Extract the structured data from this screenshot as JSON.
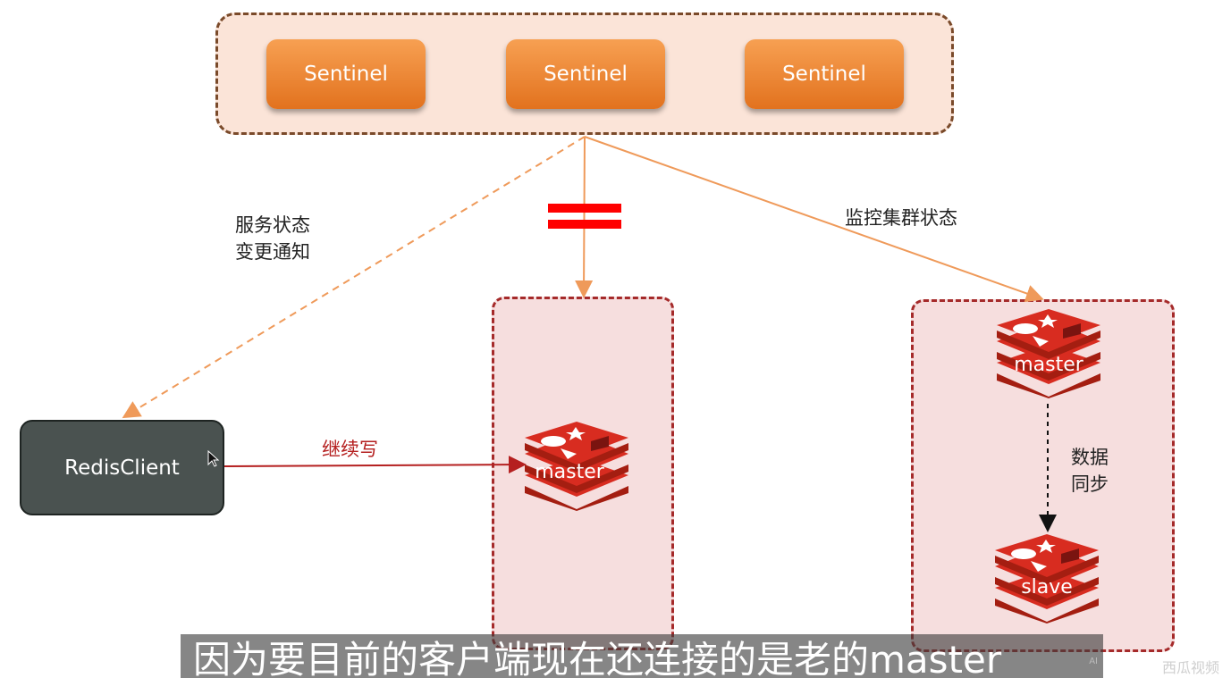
{
  "sentinels": [
    "Sentinel",
    "Sentinel",
    "Sentinel"
  ],
  "notify_label_line1": "服务状态",
  "notify_label_line2": "变更通知",
  "monitor_label": "监控集群状态",
  "client_label": "RedisClient",
  "write_label": "继续写",
  "old_master_label": "master",
  "new_master_label": "master",
  "sync_label_line1": "数据",
  "sync_label_line2": "同步",
  "slave_label": "slave",
  "subtitle": "因为要目前的客户端现在还连接的是老的master",
  "subtitle_badge": "AI",
  "watermark": "西瓜视频",
  "colors": {
    "sentinel_orange": "#ef8a2e",
    "redis_red": "#d82c20",
    "arrow_orange": "#ef9a5a",
    "write_red": "#b52020",
    "blocked_red": "#ff0000"
  }
}
